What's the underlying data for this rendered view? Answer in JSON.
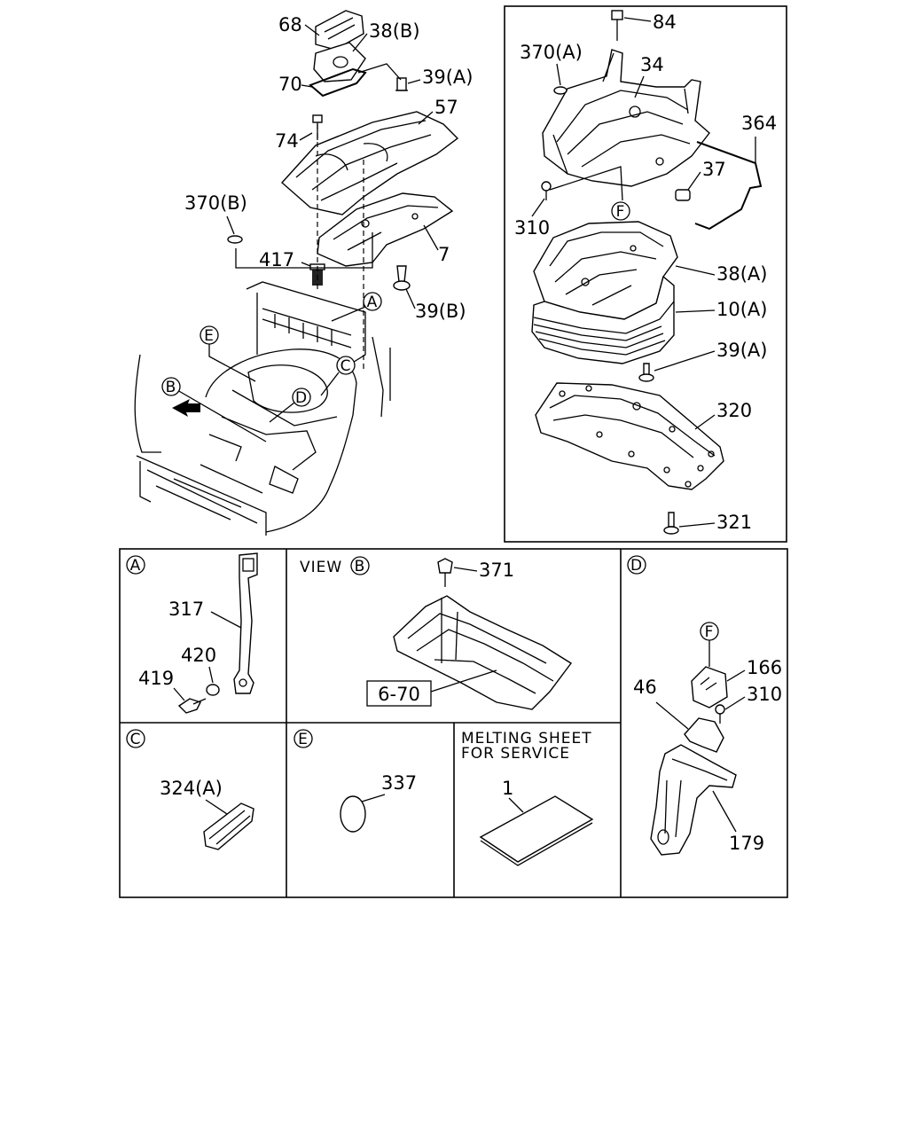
{
  "callouts": {
    "p68": "68",
    "p38b": "38(B)",
    "p70": "70",
    "p39a_top": "39(A)",
    "p57": "57",
    "p74": "74",
    "p370b": "370(B)",
    "p7": "7",
    "p417": "417",
    "p39b": "39(B)",
    "p84": "84",
    "p370a": "370(A)",
    "p34": "34",
    "p364": "364",
    "p37": "37",
    "p310_top": "310",
    "p38a": "38(A)",
    "p10a": "10(A)",
    "p39a_mid": "39(A)",
    "p320": "320",
    "p321": "321",
    "p317": "317",
    "p420": "420",
    "p419": "419",
    "p371": "371",
    "p6_70": "6-70",
    "p166": "166",
    "p46": "46",
    "p310_d": "310",
    "p179": "179",
    "p324a": "324(A)",
    "p337": "337",
    "p1": "1"
  },
  "markers": {
    "A": "A",
    "B": "B",
    "C": "C",
    "D": "D",
    "E": "E",
    "F": "F"
  },
  "panels": {
    "view_word": "VIEW",
    "melting_line1": "MELTING SHEET",
    "melting_line2": "FOR SERVICE"
  }
}
